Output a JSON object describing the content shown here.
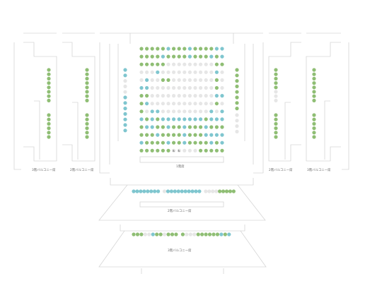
{
  "colors": {
    "available_green": "#8fbe74",
    "available_blue": "#7fc6cf",
    "unavailable": "#e6e6e6",
    "wheelchair": "#e3e3e3"
  },
  "sections": {
    "balcony_3_left": "3階バルコニー席",
    "balcony_2_left": "2階バルコニー席",
    "floor_1": "1階席",
    "balcony_2_right": "2階バルコニー席",
    "balcony_3_right": "3階バルコニー席",
    "floor_2": "2階バルコニー席",
    "floor_3": "3階バルコニー席"
  },
  "icons": {
    "wheelchair": "wheelchair-icon"
  },
  "rows": {
    "floor1": [
      "GGGGGBGGGBGGGGBB",
      "GGGGBGGGGBGGGBGB",
      "GGGGGXXXXXXXXXGG",
      "XXXBXXXXXXXXXXBX",
      "XBXXGGXXXXXXXXGX",
      "BBXXXXXXXXXXXXGX",
      "GGXXXXXXXXXXXXBB",
      "GBXXXXXXXXXXXXGX",
      "GXBBXXXXXXXXXBXB",
      "BGBGBBBBBBBBGBBB",
      "GBBGGBGGBGGGBGGG",
      "GGGBGGGGBGGGBBBB",
      "BGGGGBGGBGGGGBGB",
      "GGGGGGWWXXXGGGGG"
    ],
    "floor1_left_column": "BBXXXBBBBBBB",
    "floor1_right_column": "GGGGGGGG",
    "floor1_right_lower": "XXXX",
    "box_b3_left": "GGGGGGGG|GGGGGG",
    "box_b2_left": "GGGGGGGG|GGGGGG",
    "box_b2_right": "GGGGGXXX|GGGGGG",
    "box_b3_right": "GGGGGGGG|GGGGGG",
    "floor2": "BBBBBBBBXBBBBBBBBBBXXXXGGGGG",
    "floor3": "GGGXXBGGXGGGGXXXGGGGGGBGB"
  }
}
